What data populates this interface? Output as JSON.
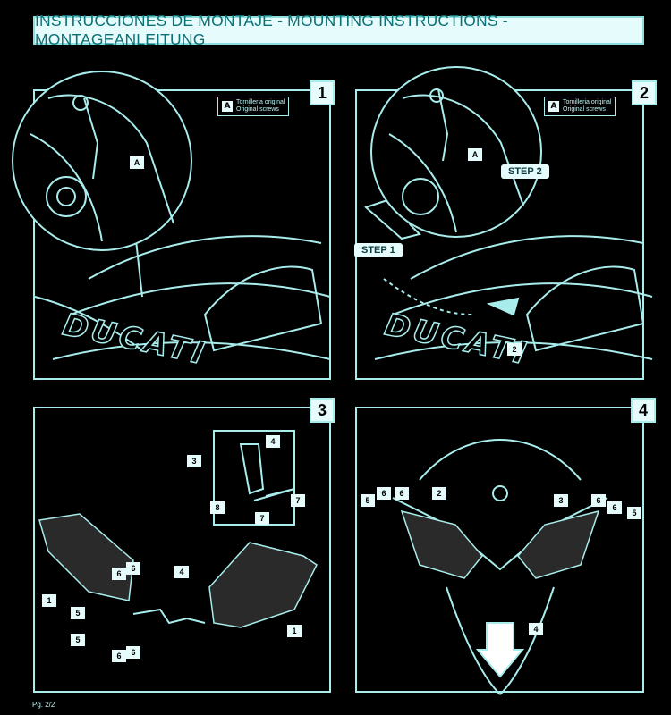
{
  "title": "INSTRUCCIONES DE MONTAJE - MOUNTING INSTRUCTIONS - MONTAGEANLEITUNG",
  "legend": {
    "key": "A",
    "line1": "Tornilleria original",
    "line2": "Original screws"
  },
  "panels": [
    {
      "number": "1",
      "brand": "DUCATI",
      "label_a": "A"
    },
    {
      "number": "2",
      "brand": "DUCATI",
      "label_a": "A",
      "step1": "STEP 1",
      "step2": "STEP 2",
      "part": "2"
    },
    {
      "number": "3",
      "parts": [
        "1",
        "1",
        "4",
        "5",
        "5",
        "6",
        "6",
        "6",
        "6",
        "4",
        "3",
        "8",
        "7",
        "7"
      ]
    },
    {
      "number": "4",
      "parts": [
        "5",
        "6",
        "6",
        "2",
        "3",
        "6",
        "6",
        "5",
        "4"
      ]
    }
  ],
  "footer": "Pg. 2/2",
  "colors": {
    "line": "#a9ecec",
    "bg": "#000000",
    "title_text": "#0b6f76"
  }
}
